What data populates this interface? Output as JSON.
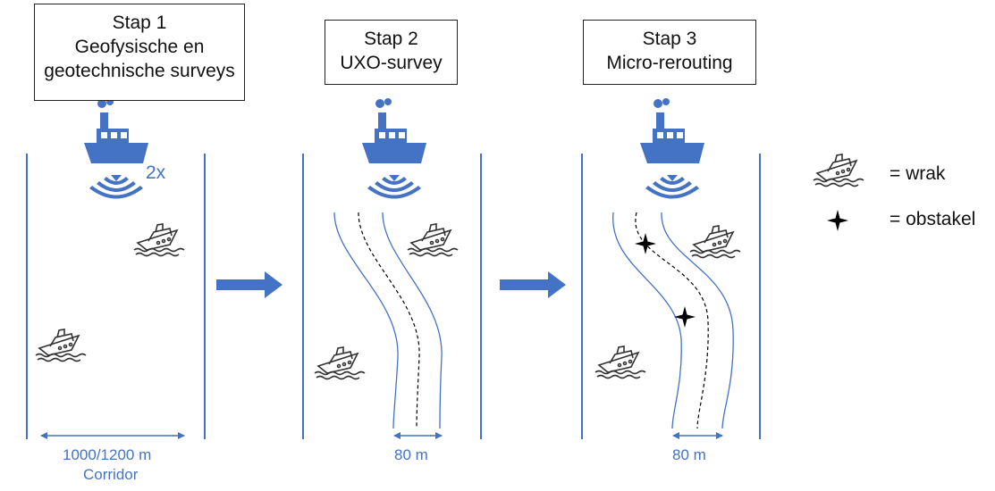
{
  "steps": [
    {
      "title": "Stap 1",
      "lines": [
        "Geofysische en",
        "geotechnische surveys"
      ]
    },
    {
      "title": "Stap 2",
      "lines": [
        "UXO-survey"
      ]
    },
    {
      "title": "Stap 3",
      "lines": [
        "Micro-rerouting"
      ]
    }
  ],
  "annotations": {
    "multiplier": "2x",
    "width_step1": "1000/1200 m",
    "corridor_label": "Corridor",
    "width_step2": "80 m",
    "width_step3": "80 m"
  },
  "legend": {
    "wreck_label": "= wrak",
    "obstacle_label": "= obstakel"
  },
  "colors": {
    "accent": "#4472c4",
    "line": "#4472c4",
    "text": "#111111"
  },
  "icons": [
    "survey-ship-icon",
    "sonar-waves-icon",
    "wreck-icon",
    "obstacle-star-icon",
    "arrow-right-icon"
  ]
}
